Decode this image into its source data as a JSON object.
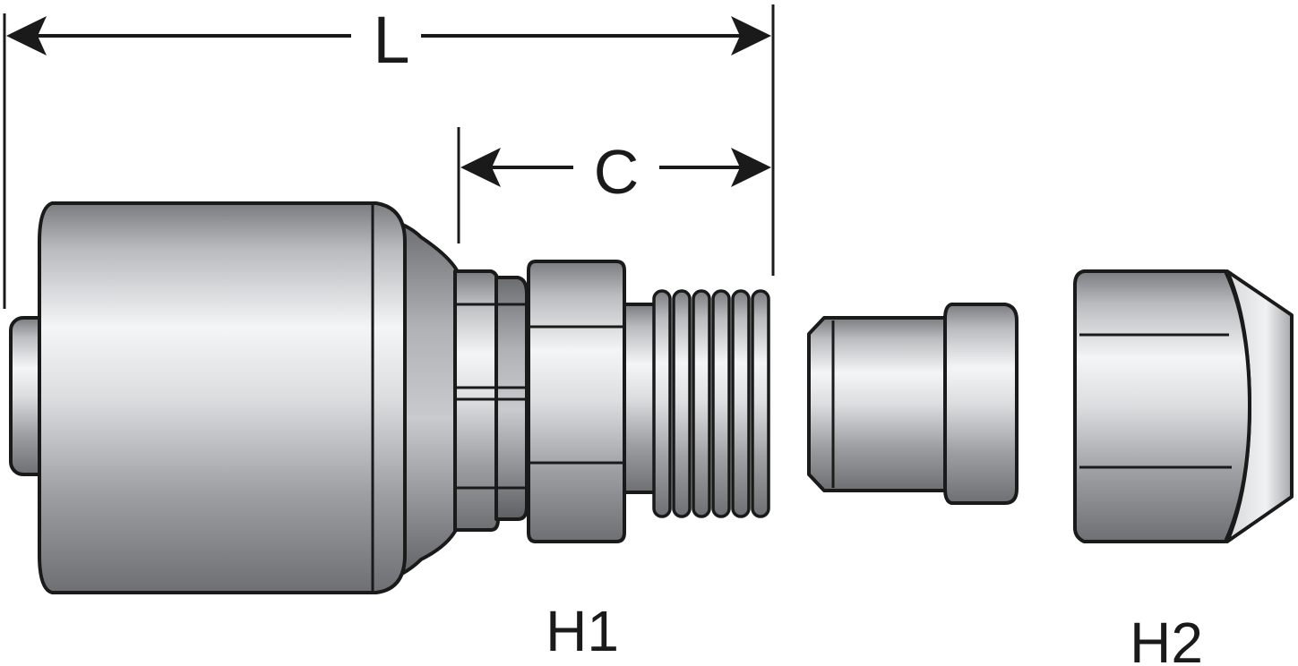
{
  "dimensions": {
    "length_label": "L",
    "cutoff_label": "C"
  },
  "parts": {
    "h1_label": "H1",
    "h2_label": "H2"
  }
}
